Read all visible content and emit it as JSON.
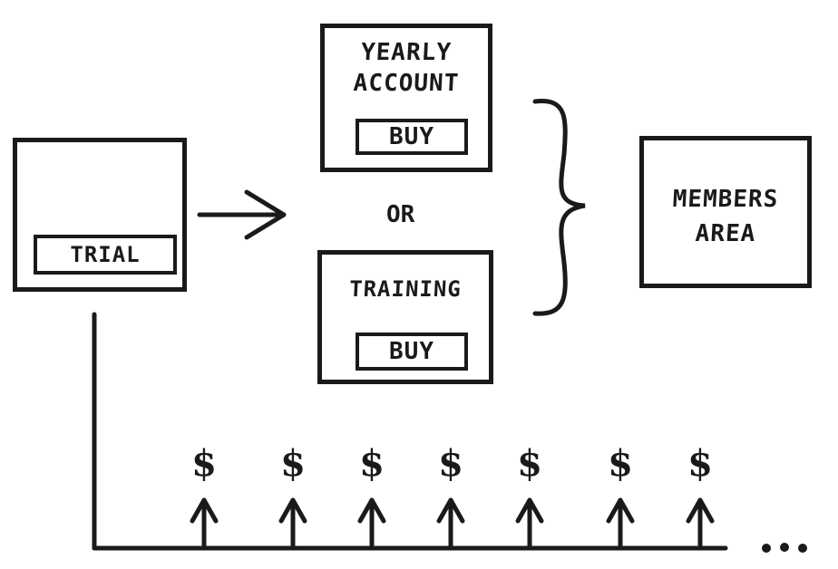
{
  "trial": {
    "button_label": "TRIAL"
  },
  "offers": {
    "yearly": {
      "title_line1": "YEARLY",
      "title_line2": "ACCOUNT",
      "button_label": "BUY"
    },
    "separator": "OR",
    "training": {
      "title": "TRAINING",
      "button_label": "BUY"
    }
  },
  "members": {
    "line1": "MEMBERS",
    "line2": "AREA"
  },
  "revenue": {
    "symbol": "$",
    "payment_count": 7,
    "continuation": "..."
  },
  "colors": {
    "ink": "#1a1a1a",
    "background": "#ffffff"
  }
}
